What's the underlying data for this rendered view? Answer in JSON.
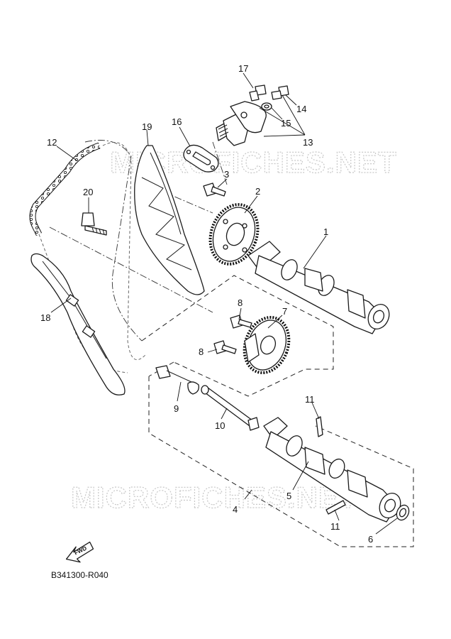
{
  "watermark": {
    "text": "MICROFICHES.NET"
  },
  "diagram_code": "B341300-R040",
  "fwd_label": "FWD",
  "callouts": {
    "c1": "1",
    "c2": "2",
    "c3": "3",
    "c4": "4",
    "c5": "5",
    "c6": "6",
    "c7": "7",
    "c8a": "8",
    "c8b": "8",
    "c9": "9",
    "c10": "10",
    "c11a": "11",
    "c11b": "11",
    "c12": "12",
    "c13": "13",
    "c14": "14",
    "c15": "15",
    "c16": "16",
    "c17": "17",
    "c18": "18",
    "c19": "19",
    "c20": "20"
  }
}
